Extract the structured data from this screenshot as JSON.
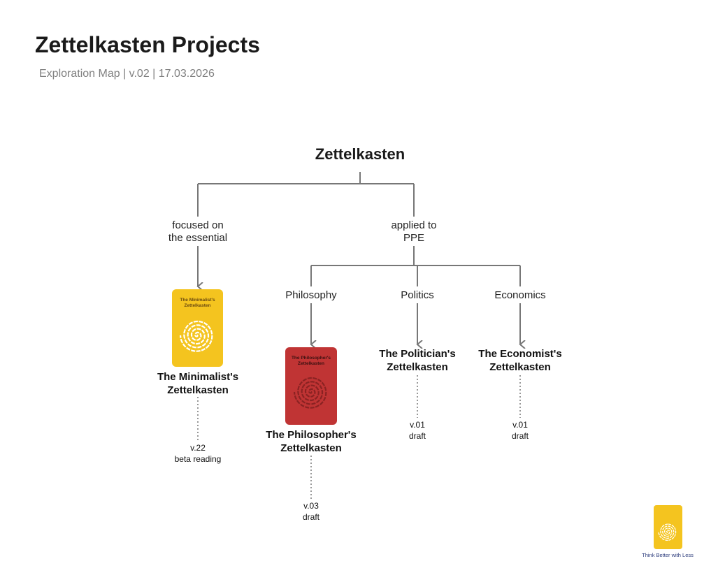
{
  "header": {
    "title": "Zettelkasten Projects",
    "subtitle": "Exploration Map | v.02 | 17.03.2026"
  },
  "map": {
    "root": "Zettelkasten",
    "branches": [
      {
        "label_line1": "focused on",
        "label_line2": "the essential"
      },
      {
        "label_line1": "applied to",
        "label_line2": "PPE"
      }
    ],
    "sub_branches": [
      "Philosophy",
      "Politics",
      "Economics"
    ],
    "books": [
      {
        "title_line1": "The Minimalist's",
        "title_line2": "Zettelkasten",
        "version": "v.22",
        "status": "beta reading",
        "cover_color": "#f4c41f",
        "cover_title": "The Minimalist's Zettelkasten"
      },
      {
        "title_line1": "The Philosopher's",
        "title_line2": "Zettelkasten",
        "version": "v.03",
        "status": "draft",
        "cover_color": "#c03434",
        "cover_title": "The Philosopher's Zettelkasten"
      },
      {
        "title_line1": "The Politician's",
        "title_line2": "Zettelkasten",
        "version": "v.01",
        "status": "draft"
      },
      {
        "title_line1": "The Economist's",
        "title_line2": "Zettelkasten",
        "version": "v.01",
        "status": "draft"
      }
    ]
  },
  "footer": {
    "tagline": "Think Better with Less",
    "logo_color": "#f4c41f"
  }
}
